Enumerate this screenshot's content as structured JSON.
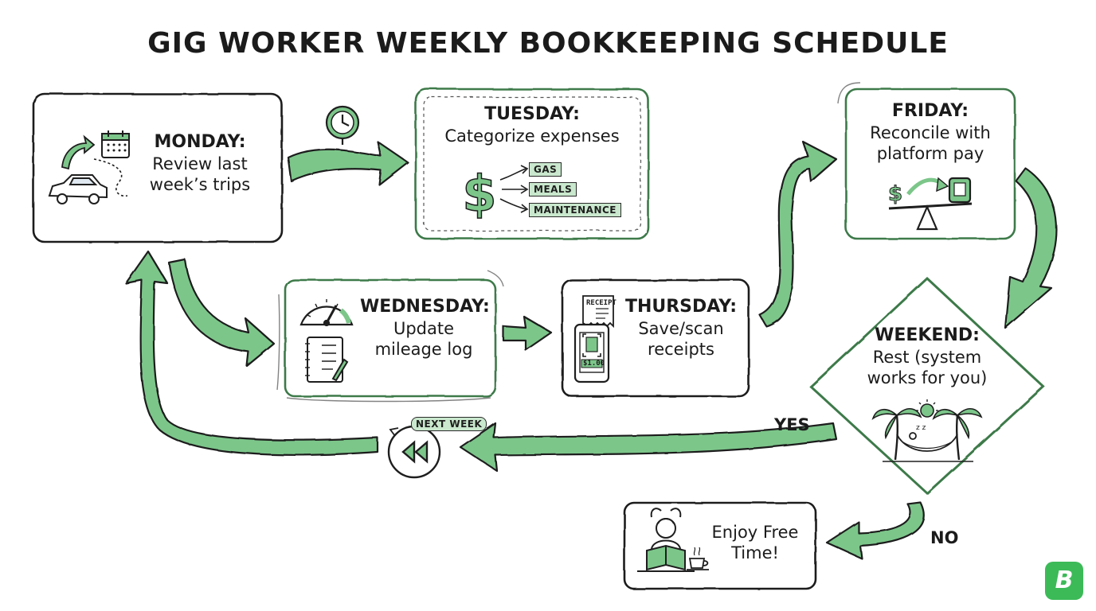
{
  "title": "GIG WORKER WEEKLY BOOKKEEPING SCHEDULE",
  "steps": {
    "monday": {
      "heading": "MONDAY:",
      "line1": "Review last",
      "line2": "week’s trips"
    },
    "tuesday": {
      "heading": "TUESDAY:",
      "line1": "Categorize expenses",
      "categories": [
        "GAS",
        "MEALS",
        "MAINTENANCE"
      ]
    },
    "wednesday": {
      "heading": "WEDNESDAY:",
      "line1": "Update",
      "line2": "mileage log"
    },
    "thursday": {
      "heading": "THURSDAY:",
      "line1": "Save/scan",
      "line2": "receipts",
      "receipt_label": "RECEIPT",
      "phone_amount": "$1.00"
    },
    "friday": {
      "heading": "FRIDAY:",
      "line1": "Reconcile with",
      "line2": "platform pay"
    },
    "weekend": {
      "heading": "WEEKEND:",
      "line1": "Rest (system",
      "line2": "works for you)"
    },
    "free_time": {
      "line1": "Enjoy Free",
      "line2": "Time!"
    }
  },
  "branches": {
    "yes": "YES",
    "no": "NO"
  },
  "next_week": "NEXT WEEK",
  "brand_letter": "B",
  "colors": {
    "accent": "#7cc68a",
    "accent_light": "#c9e8cd",
    "ink": "#1e1e1e",
    "brand": "#3cba58"
  },
  "icons": [
    "calendar-icon",
    "car-icon",
    "clock-icon",
    "dollar-icon",
    "speedometer-icon",
    "notebook-icon",
    "receipt-icon",
    "phone-icon",
    "balance-scale-icon",
    "palm-tree-icon",
    "sun-icon",
    "hammock-icon",
    "rewind-icon",
    "reader-icon",
    "coffee-icon"
  ]
}
